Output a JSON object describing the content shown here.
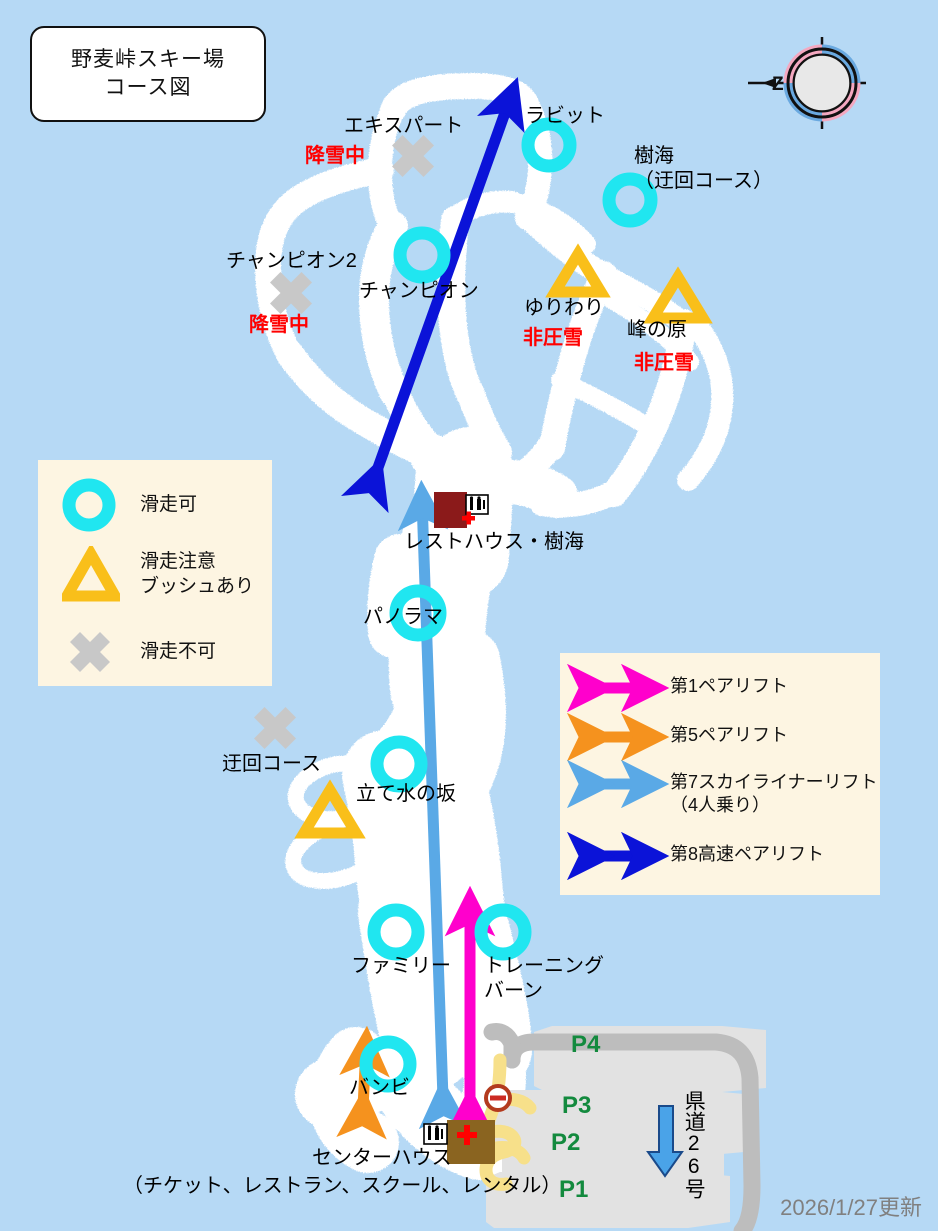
{
  "title": {
    "line1": "野麦峠スキー場",
    "line2": "コース図"
  },
  "compass": {
    "label": "Z",
    "icon": "compass-rose-icon",
    "colors": {
      "pink": "#f4a8c0",
      "blue": "#6aa9e0"
    }
  },
  "date_stamp": "2026/1/27更新",
  "colors": {
    "background": "#b6d9f5",
    "snow": "#ffffff",
    "legend_bg": "#fdf5e2",
    "ok_circle": "#20e6f0",
    "caution_triangle": "#f9bf1a",
    "closed_x": "#c8c8c8",
    "lift1": "#ff00cc",
    "lift5": "#f5921e",
    "lift7": "#5aa9e6",
    "lift8": "#0b13d8",
    "road": "#bdbdbd",
    "path": "#f7e08a",
    "parking": "#e2e2e2",
    "parking_text": "#138a3e",
    "resthouse": "#8b1a1a",
    "centerhouse": "#8a6420",
    "alert_red": "#ff0000"
  },
  "legend_symbols": {
    "items": [
      {
        "icon": "circle-ok-icon",
        "label": "滑走可"
      },
      {
        "icon": "triangle-caution-icon",
        "label": "滑走注意\nブッシュあり"
      },
      {
        "icon": "cross-closed-icon",
        "label": "滑走不可"
      }
    ]
  },
  "legend_lifts": {
    "items": [
      {
        "icon": "double-arrow-icon",
        "color": "#ff00cc",
        "label": "第1ペアリフト"
      },
      {
        "icon": "double-arrow-icon",
        "color": "#f5921e",
        "label": "第5ペアリフト"
      },
      {
        "icon": "double-arrow-icon",
        "color": "#5aa9e6",
        "label": "第7スカイライナーリフト\n（4人乗り）"
      },
      {
        "icon": "double-arrow-icon",
        "color": "#0b13d8",
        "label": "第8高速ペアリフト"
      }
    ]
  },
  "courses": [
    {
      "name": "エキスパート",
      "status_icon": "cross-closed-icon",
      "status_text": "降雪中"
    },
    {
      "name": "ラビット",
      "status_icon": "circle-ok-icon",
      "status_text": ""
    },
    {
      "name": "樹海\n（迂回コース）",
      "status_icon": "circle-ok-icon",
      "status_text": ""
    },
    {
      "name": "チャンピオン2",
      "status_icon": "cross-closed-icon",
      "status_text": "降雪中"
    },
    {
      "name": "チャンピオン",
      "status_icon": "circle-ok-icon",
      "status_text": ""
    },
    {
      "name": "ゆりわり",
      "status_icon": "triangle-caution-icon",
      "status_text": "非圧雪"
    },
    {
      "name": "峰の原",
      "status_icon": "triangle-caution-icon",
      "status_text": "非圧雪"
    },
    {
      "name": "パノラマ",
      "status_icon": "circle-ok-icon",
      "status_text": ""
    },
    {
      "name": "迂回コース",
      "status_icon": "cross-closed-icon",
      "status_text": ""
    },
    {
      "name": "立て水の坂",
      "status_icon": "circle-ok-icon",
      "status_text": ""
    },
    {
      "name": "ファミリー",
      "status_icon": "circle-ok-icon",
      "status_text": ""
    },
    {
      "name": "トレーニング\nバーン",
      "status_icon": "circle-ok-icon",
      "status_text": ""
    },
    {
      "name": "バンビ",
      "status_icon": "circle-ok-icon",
      "status_text": ""
    }
  ],
  "facilities": [
    {
      "name": "レストハウス・樹海",
      "icons": [
        "building-icon",
        "toilet-icon",
        "first-aid-icon"
      ]
    },
    {
      "name": "センターハウス",
      "sub": "（チケット、レストラン、スクール、レンタル）",
      "icons": [
        "building-icon",
        "toilet-icon",
        "first-aid-icon"
      ]
    }
  ],
  "parking": {
    "lots": [
      "P4",
      "P3",
      "P2",
      "P1"
    ]
  },
  "road": {
    "label": "県道26号",
    "arrow_icon": "down-arrow-icon"
  },
  "signs": [
    {
      "icon": "no-entry-icon",
      "name": "no-entry-sign"
    }
  ]
}
